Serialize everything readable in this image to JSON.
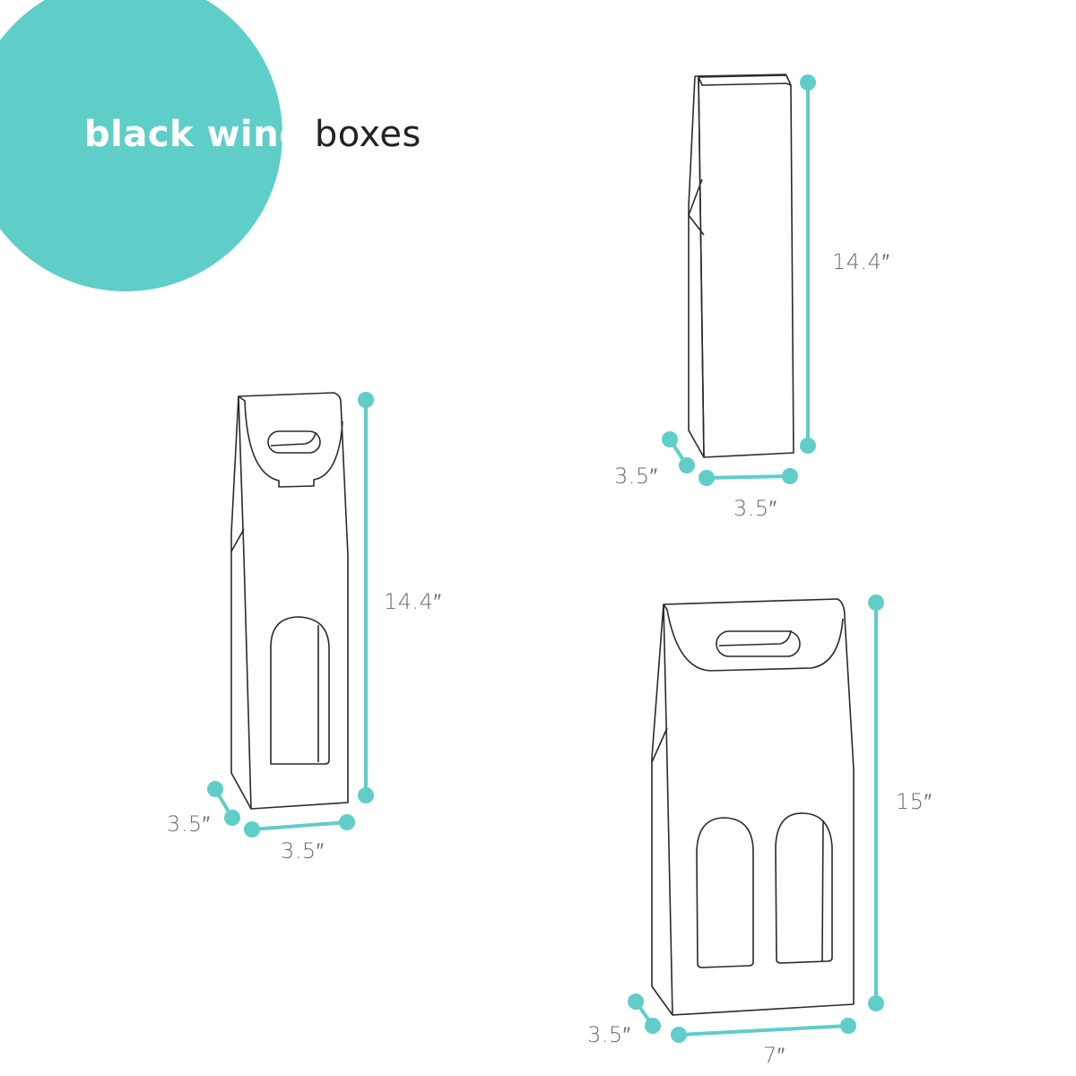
{
  "title": {
    "highlight": "black wine",
    "rest": "boxes"
  },
  "colors": {
    "accent": "#5fcdc8",
    "outline": "#2a2a2a",
    "label": "#6d6d6d"
  },
  "boxes": [
    {
      "name": "single-bottle-box-plain",
      "height_label": "14.4″",
      "depth_label": "3.5″",
      "width_label": "3.5″"
    },
    {
      "name": "single-bottle-box-window-handle",
      "height_label": "14.4″",
      "depth_label": "3.5″",
      "width_label": "3.5″"
    },
    {
      "name": "double-bottle-box-window-handle",
      "height_label": "15″",
      "depth_label": "3.5″",
      "width_label": "7″"
    }
  ]
}
